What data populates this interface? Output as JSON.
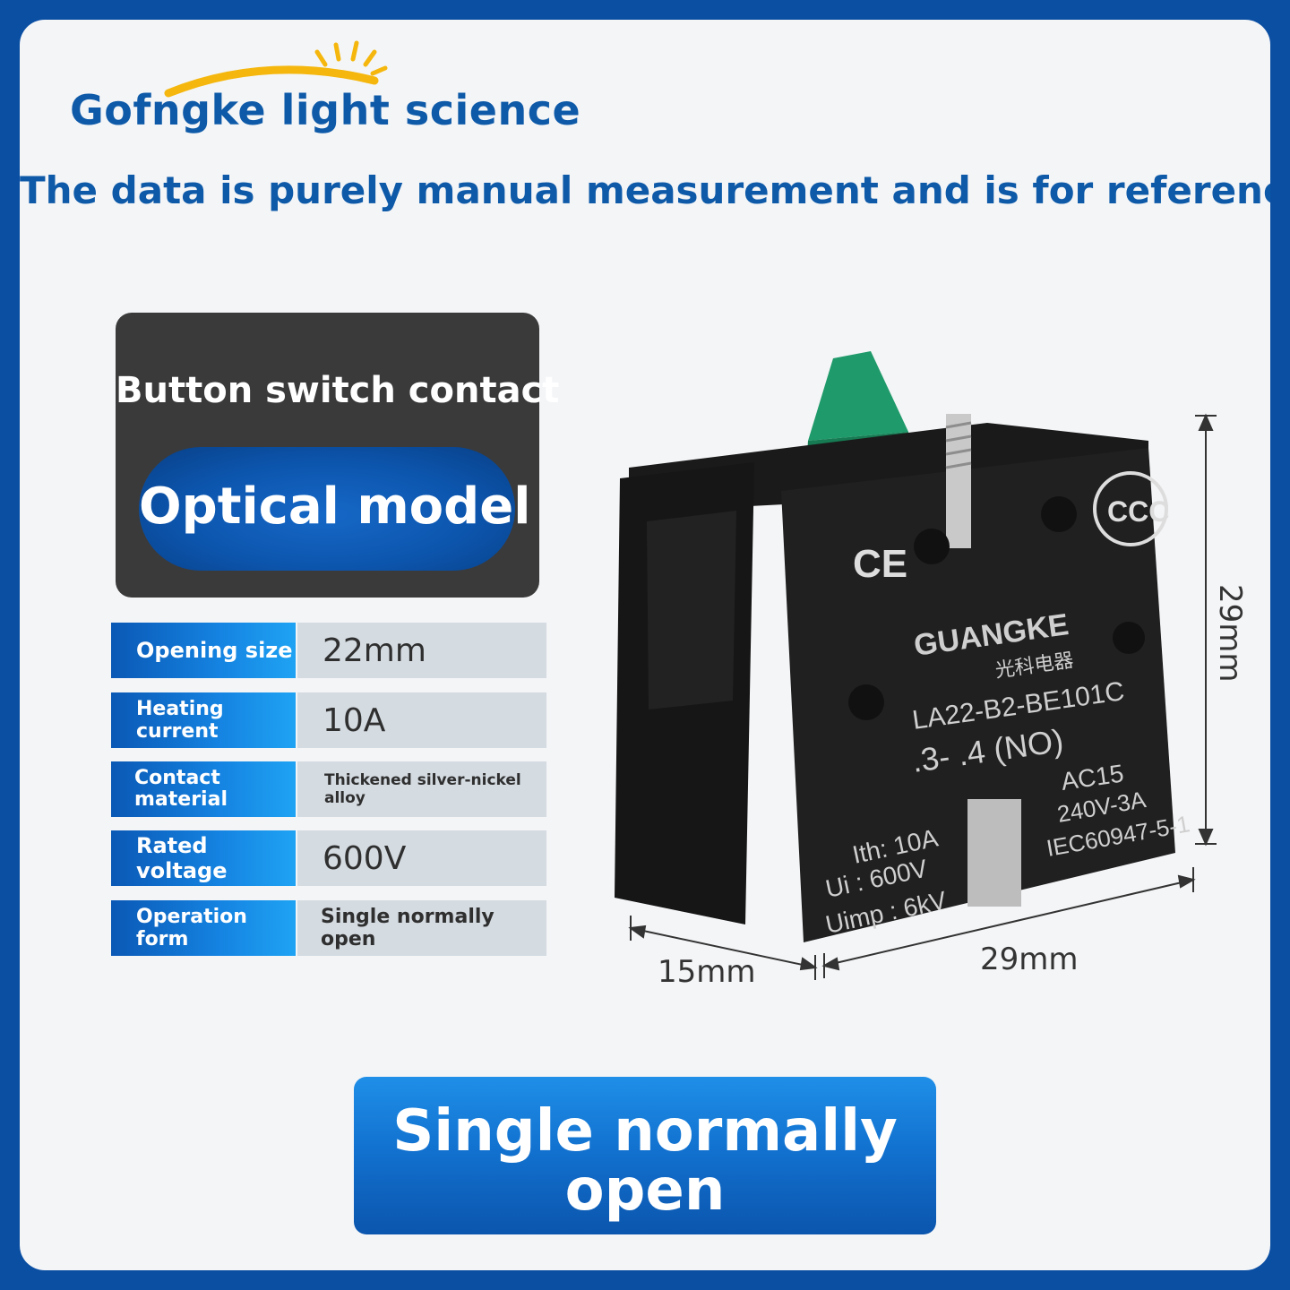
{
  "brand": {
    "name": "Gofngke light science",
    "sun_color": "#f5b70d"
  },
  "headline": "The data is purely manual measurement and is for reference only",
  "panel": {
    "title": "Button switch contact",
    "model": "Optical model"
  },
  "specs": [
    {
      "label": "Opening size",
      "value": "22mm"
    },
    {
      "label": "Heating current",
      "value": "10A"
    },
    {
      "label": "Contact material",
      "value": "Thickened silver-nickel alloy"
    },
    {
      "label": "Rated voltage",
      "value": "600V"
    },
    {
      "label": "Operation form",
      "value": "Single normally open"
    }
  ],
  "product": {
    "cert_marks": [
      "CE",
      "CCC"
    ],
    "brand_mark": "GUANGKE",
    "brand_cn": "光科电器",
    "model_number": "LA22-B2-BE101C",
    "contact_marking": ".3-  .4 (NO)",
    "ratings_left": [
      "Ith: 10A",
      "Ui : 600V",
      "Uimp : 6kV"
    ],
    "ratings_right": [
      "AC15",
      "240V-3A",
      "IEC60947-5-1"
    ],
    "dimensions": {
      "height": "29mm",
      "depth": "15mm",
      "width": "29mm"
    },
    "actuator_color": "#1f9a6a"
  },
  "bottom_button": {
    "line1": "Single normally",
    "line2": "open"
  },
  "colors": {
    "frame": "#0b4fa3",
    "brand_blue": "#0e5aa8"
  }
}
